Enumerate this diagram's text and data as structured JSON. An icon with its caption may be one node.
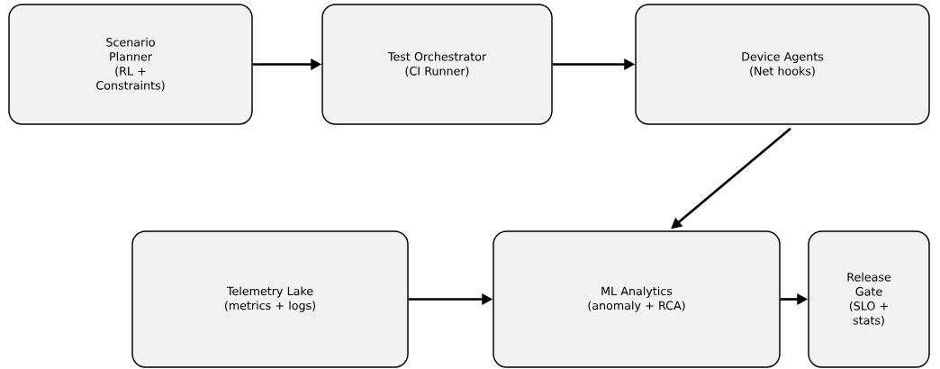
{
  "diagram": {
    "nodes": [
      {
        "text": [
          "Scenario Planner",
          "(RL + Constraints)"
        ]
      },
      {
        "text": [
          "Test Orchestrator",
          "(CI Runner)"
        ]
      },
      {
        "text": [
          "Device Agents",
          "(Net hooks)"
        ]
      },
      {
        "text": [
          "Telemetry Lake",
          "(metrics + logs)"
        ]
      },
      {
        "text": [
          "ML Analytics",
          "(anomaly + RCA)"
        ]
      },
      {
        "text": [
          "Release Gate",
          "(SLO + stats)"
        ]
      }
    ],
    "edges": [
      {
        "from": 0,
        "to": 1,
        "arrow": "to"
      },
      {
        "from": 1,
        "to": 2,
        "arrow": "to"
      },
      {
        "from": 2,
        "to": 4,
        "arrow": "to"
      },
      {
        "from": 3,
        "to": 4,
        "arrow": "to"
      },
      {
        "from": 4,
        "to": 5,
        "arrow": "to"
      }
    ]
  }
}
